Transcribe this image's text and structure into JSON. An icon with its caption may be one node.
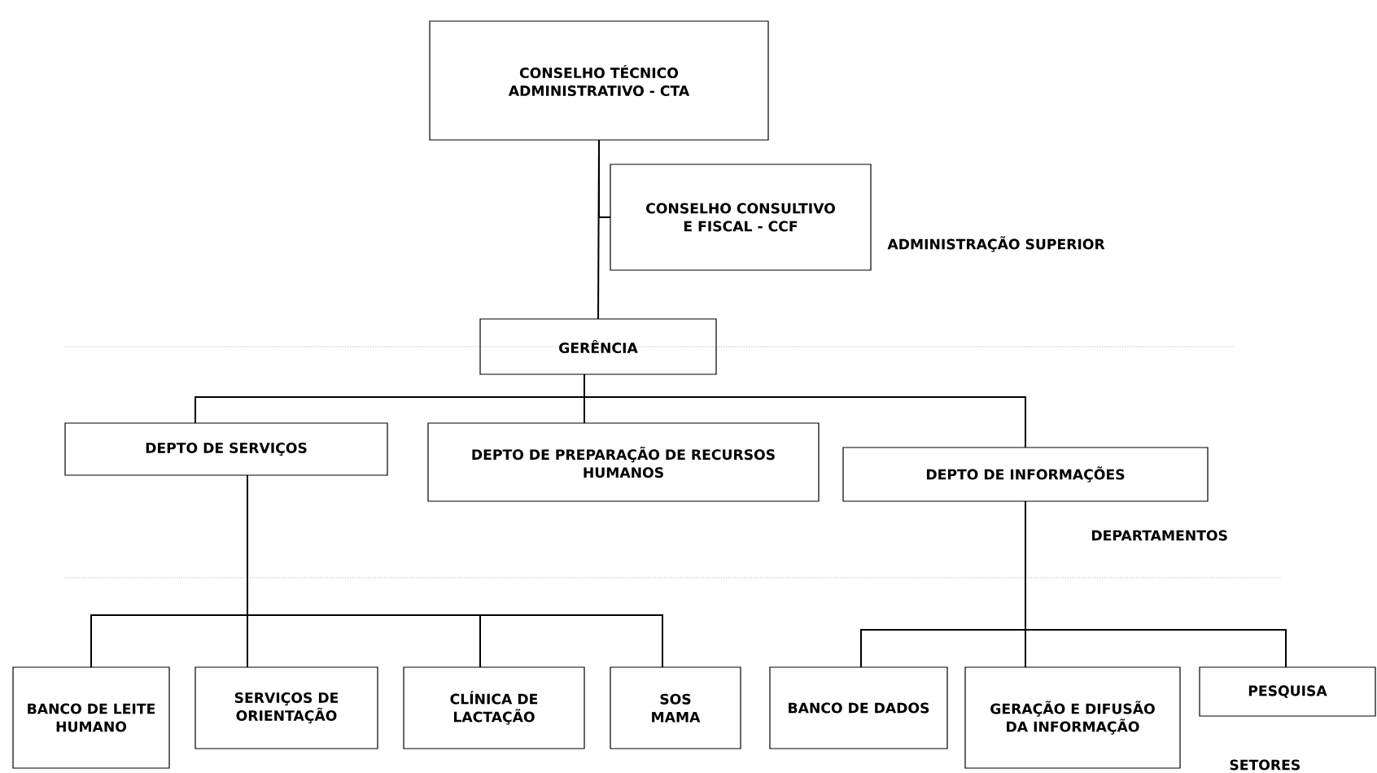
{
  "diagram": {
    "nodes": [
      {
        "text": [
          "CONSELHO TÉCNICO ADMINISTRATIVO - CTA"
        ]
      },
      {
        "text": [
          "CONSELHO CONSULTIVO E FISCAL - CCF"
        ]
      },
      {
        "text": [
          "GERÊNCIA"
        ]
      },
      {
        "text": [
          "DEPTO DE SERVIÇOS"
        ]
      },
      {
        "text": [
          "DEPTO  DE PREPARAÇÃO DE RECURSOS HUMANOS"
        ]
      },
      {
        "text": [
          "DEPTO DE INFORMAÇÕES"
        ]
      },
      {
        "text": [
          "BANCO DE LEITE HUMANO"
        ]
      },
      {
        "text": [
          "SERVIÇOS DE ORIENTAÇÃO"
        ]
      },
      {
        "text": [
          "CLÍNICA DE LACTAÇÃO"
        ]
      },
      {
        "text": [
          "SOS MAMA"
        ]
      },
      {
        "text": [
          "BANCO DE DADOS"
        ]
      },
      {
        "text": [
          "GERAÇÃO E DIFUSÃO DA INFORMAÇÃO"
        ]
      },
      {
        "text": [
          "PESQUISA"
        ]
      }
    ],
    "edges": [
      {
        "from": 0,
        "to": 1,
        "arrow": "none"
      },
      {
        "from": 0,
        "to": 2,
        "arrow": "none"
      },
      {
        "from": 2,
        "to": 3,
        "arrow": "none"
      },
      {
        "from": 2,
        "to": 4,
        "arrow": "none"
      },
      {
        "from": 2,
        "to": 5,
        "arrow": "none"
      },
      {
        "from": 3,
        "to": 6,
        "arrow": "none"
      },
      {
        "from": 3,
        "to": 7,
        "arrow": "none"
      },
      {
        "from": 3,
        "to": 8,
        "arrow": "none"
      },
      {
        "from": 3,
        "to": 9,
        "arrow": "none"
      },
      {
        "from": 5,
        "to": 10,
        "arrow": "none"
      },
      {
        "from": 5,
        "to": 11,
        "arrow": "none"
      },
      {
        "from": 5,
        "to": 12,
        "arrow": "none"
      }
    ],
    "labels": [
      "ADMINISTRAÇÃO SUPERIOR",
      "DEPARTAMENTOS",
      "SETORES"
    ]
  }
}
